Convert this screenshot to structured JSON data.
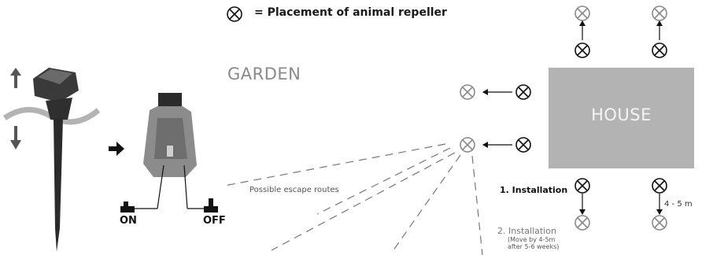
{
  "legend": {
    "text": "= Placement of animal repeller",
    "icon": "crossed-circle-icon"
  },
  "zones": {
    "garden": "GARDEN",
    "house": "HOUSE"
  },
  "labels": {
    "escape_routes": "Possible escape routes",
    "installation_1": "1. Installation",
    "installation_2": "2. Installation",
    "installation_2_note": "(Move by 4-5m after 5-6 weeks)",
    "distance": "4 - 5 m"
  },
  "switch": {
    "on": "ON",
    "off": "OFF"
  },
  "colors": {
    "house_fill": "#b3b3b3",
    "repeller_dark": "#2b2b2b",
    "repeller_light": "#bdbdbd",
    "garden_text": "#8a8a8a"
  }
}
